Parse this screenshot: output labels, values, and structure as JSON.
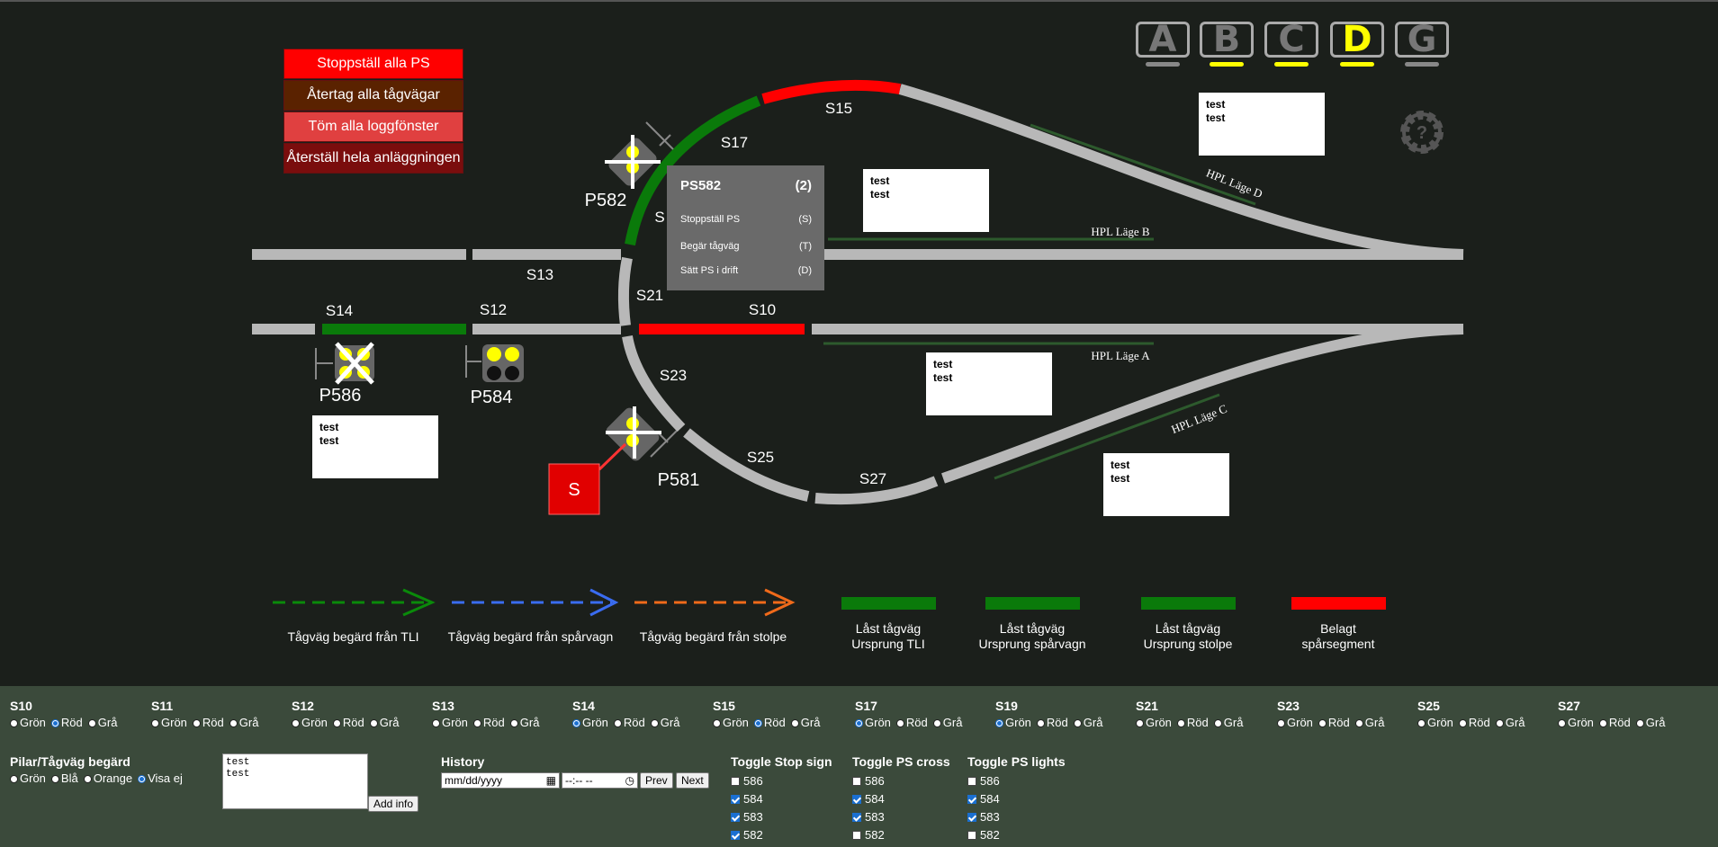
{
  "commands": [
    {
      "label": "Stoppställ alla PS",
      "color": "#ff0000"
    },
    {
      "label": "Återtag alla tågvägar",
      "color": "#5a2200"
    },
    {
      "label": "Töm alla loggfönster",
      "color": "#e04040"
    },
    {
      "label": "Återställ hela anläggningen",
      "color": "#7a0d0d"
    }
  ],
  "tabs": [
    {
      "label": "A",
      "active": false,
      "underline": "#888888"
    },
    {
      "label": "B",
      "active": false,
      "underline": "#ffff00"
    },
    {
      "label": "C",
      "active": false,
      "underline": "#ffff00"
    },
    {
      "label": "D",
      "active": true,
      "underline": "#ffff00"
    },
    {
      "label": "G",
      "active": false,
      "underline": "#888888"
    }
  ],
  "help_icon": "?",
  "segment_labels": [
    "S15",
    "S17",
    "S",
    "S13",
    "S21",
    "S10",
    "S14",
    "S12",
    "S23",
    "S25",
    "S27"
  ],
  "signal_labels": [
    "P582",
    "P586",
    "P584",
    "P581"
  ],
  "stop_sign_label": "S",
  "hpl_labels": [
    "HPL Läge D",
    "HPL Läge B",
    "HPL Läge A",
    "HPL Läge C"
  ],
  "notes": [
    {
      "line1": "test",
      "line2": "test"
    },
    {
      "line1": "test",
      "line2": "test"
    },
    {
      "line1": "test",
      "line2": "test"
    },
    {
      "line1": "test",
      "line2": "test"
    },
    {
      "line1": "test",
      "line2": "test"
    }
  ],
  "context_menu": {
    "title": "PS582",
    "count": "(2)",
    "items": [
      {
        "label": "Stoppställ PS",
        "key": "(S)"
      },
      {
        "label": "Begär tågväg",
        "key": "(T)"
      },
      {
        "label": "Sätt PS i drift",
        "key": "(D)"
      }
    ]
  },
  "legend": {
    "arrows": [
      {
        "label": "Tågväg begärd från TLI",
        "color": "#0a8a0a"
      },
      {
        "label": "Tågväg begärd från spårvagn",
        "color": "#3a6cf0"
      },
      {
        "label": "Tågväg begärd från stolpe",
        "color": "#f06a1a"
      }
    ],
    "bars": [
      {
        "line1": "Låst tågväg",
        "line2": "Ursprung TLI",
        "color": "#0a7a0a"
      },
      {
        "line1": "Låst tågväg",
        "line2": "Ursprung spårvagn",
        "color": "#0a7a0a"
      },
      {
        "line1": "Låst tågväg",
        "line2": "Ursprung stolpe",
        "color": "#0a7a0a"
      },
      {
        "line1": "Belagt",
        "line2": "spårsegment",
        "color": "#ff0000"
      }
    ]
  },
  "segment_controls": [
    {
      "name": "S10",
      "selected": "Röd"
    },
    {
      "name": "S11",
      "selected": ""
    },
    {
      "name": "S12",
      "selected": ""
    },
    {
      "name": "S13",
      "selected": ""
    },
    {
      "name": "S14",
      "selected": "Grön"
    },
    {
      "name": "S15",
      "selected": "Röd"
    },
    {
      "name": "S17",
      "selected": "Grön"
    },
    {
      "name": "S19",
      "selected": "Grön"
    },
    {
      "name": "S21",
      "selected": ""
    },
    {
      "name": "S23",
      "selected": ""
    },
    {
      "name": "S25",
      "selected": ""
    },
    {
      "name": "S27",
      "selected": ""
    }
  ],
  "segment_options": [
    "Grön",
    "Röd",
    "Grå"
  ],
  "arrow_control": {
    "title": "Pilar/Tågväg begärd",
    "options": [
      "Grön",
      "Blå",
      "Orange",
      "Visa ej"
    ],
    "selected": "Visa ej"
  },
  "info_text": "test\ntest",
  "add_info_label": "Add info",
  "history": {
    "title": "History",
    "date_placeholder": "mm/dd/yyyy",
    "time_placeholder": "--:-- --",
    "prev_label": "Prev",
    "next_label": "Next"
  },
  "toggles": [
    {
      "title": "Toggle Stop sign",
      "items": [
        {
          "label": "586",
          "checked": false
        },
        {
          "label": "584",
          "checked": true
        },
        {
          "label": "583",
          "checked": true
        },
        {
          "label": "582",
          "checked": true
        }
      ]
    },
    {
      "title": "Toggle PS cross",
      "items": [
        {
          "label": "586",
          "checked": false
        },
        {
          "label": "584",
          "checked": true
        },
        {
          "label": "583",
          "checked": true
        },
        {
          "label": "582",
          "checked": false
        }
      ]
    },
    {
      "title": "Toggle PS lights",
      "items": [
        {
          "label": "586",
          "checked": false
        },
        {
          "label": "584",
          "checked": true
        },
        {
          "label": "583",
          "checked": true
        },
        {
          "label": "582",
          "checked": false
        }
      ]
    }
  ]
}
